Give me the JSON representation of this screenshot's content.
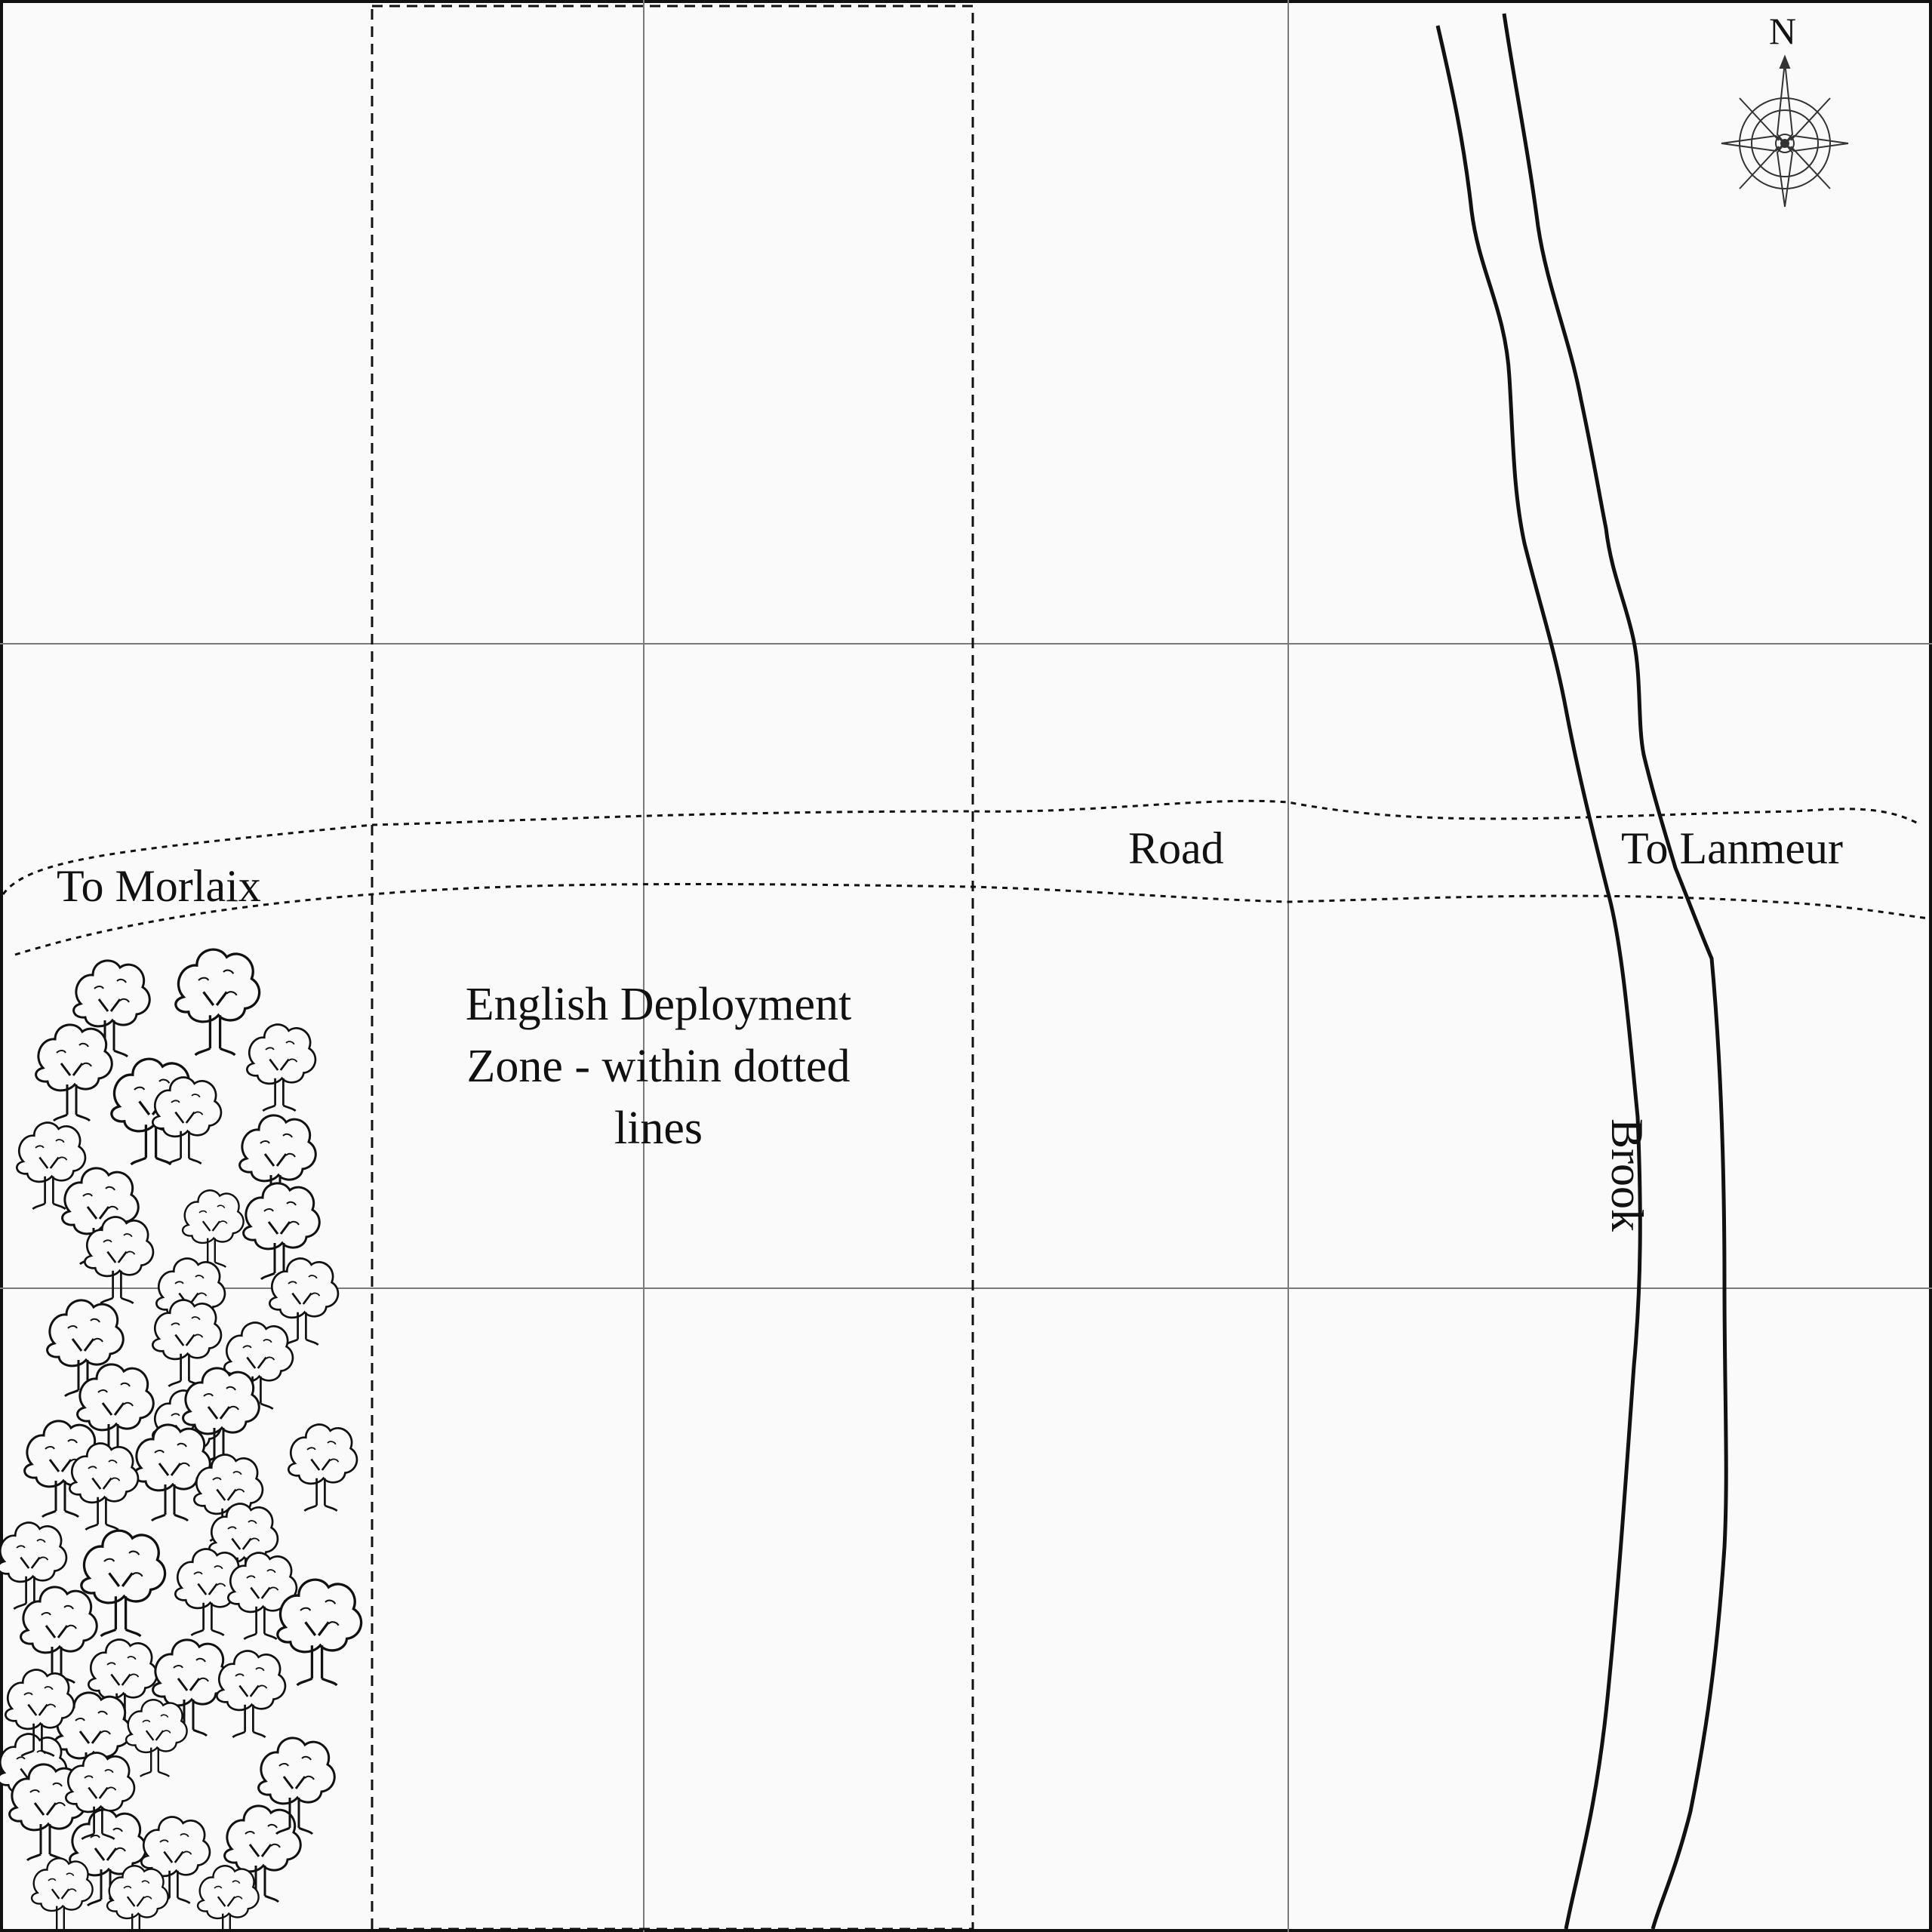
{
  "map": {
    "labels": {
      "to_morlaix": "To Morlaix",
      "road": "Road",
      "to_lanmeur": "To Lanmeur",
      "deployment_zone": "English Deployment Zone - within dotted lines",
      "brook": "Brook",
      "compass_north": "N"
    },
    "features": {
      "forest": "tree-cluster-icon",
      "compass": "compass-rose-icon"
    },
    "colors": {
      "background": "#fafafa",
      "ink": "#111111",
      "grid": "#7a7a7a"
    }
  }
}
